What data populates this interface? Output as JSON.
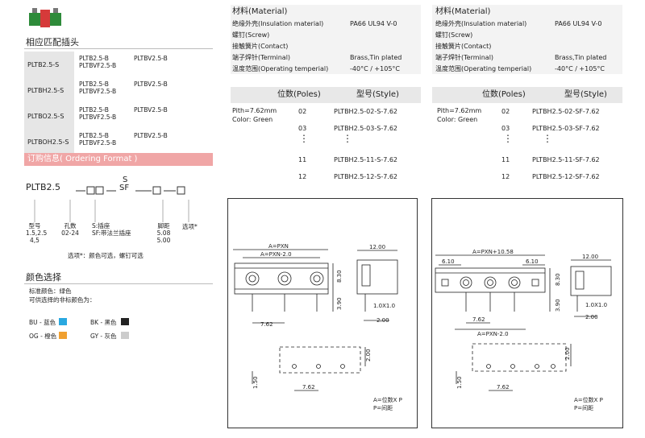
{
  "left": {
    "matching_title": "相应匹配插头",
    "matching_rows": [
      {
        "code": "PLTB2.5-S",
        "c1": [
          "PLTB2.5-B",
          "PLTBVF2.5-B"
        ],
        "c2": "PLTBV2.5-B"
      },
      {
        "code": "PLTBH2.5-S",
        "c1": [
          "PLTB2.5-B",
          "PLTBVF2.5-B"
        ],
        "c2": "PLTBV2.5-B"
      },
      {
        "code": "PLTBO2.5-S",
        "c1": [
          "PLTB2.5-B",
          "PLTBVF2.5-B"
        ],
        "c2": "PLTBV2.5-B"
      },
      {
        "code": "PLTBOH2.5-S",
        "c1": [
          "PLTB2.5-B",
          "PLTBVF2.5-B"
        ],
        "c2": "PLTBV2.5-B"
      }
    ],
    "ordering_title": "订购信息( Ordering  Format )",
    "ordering": {
      "prefix": "PLTB2.5",
      "dash": "—",
      "s_top": "S",
      "sf": "SF",
      "fields": [
        {
          "label": "型号",
          "values": [
            "1.5,2.5",
            "4,5"
          ]
        },
        {
          "label": "孔数",
          "values": [
            "02-24"
          ]
        },
        {
          "label": "S:插座",
          "values": [
            "SF:带法兰插座"
          ]
        },
        {
          "label": "脚距",
          "values": [
            "5.08",
            "5.00"
          ]
        },
        {
          "label": "选项*",
          "values": []
        }
      ],
      "note": "选项*：颜色可选，螺钉可选"
    },
    "color_title": "颜色选择",
    "color_std": "标准颜色：绿色",
    "color_opt": "可供选择的非标颜色为：",
    "colors": [
      {
        "label": "BU - 蓝色",
        "hex": "#29a8e0"
      },
      {
        "label": "BK - 黑色",
        "hex": "#222222"
      },
      {
        "label": "OG - 橙色",
        "hex": "#f0a030"
      },
      {
        "label": "GY - 灰色",
        "hex": "#cccccc"
      }
    ]
  },
  "mid": {
    "material": {
      "title": "材料(Material)",
      "rows": [
        {
          "label": "绝缘外壳(Insulation material)",
          "value": "PA66 UL94 V-0"
        },
        {
          "label": "螺钉(Screw)",
          "value": ""
        },
        {
          "label": "接触簧片(Contact)",
          "value": ""
        },
        {
          "label": "端子焊针(Terminal)",
          "value": "Brass,Tin plated"
        },
        {
          "label": "温度范围(Operating temperial)",
          "value": "-40°C / +105°C"
        }
      ]
    },
    "table": {
      "h1": "位数(Poles)",
      "h2": "型号(Style)",
      "pitch": "Pith=7.62mm",
      "color": "Color: Green",
      "rows": [
        {
          "poles": "02",
          "style": "PLTBH2.5-02-S-7.62"
        },
        {
          "poles": "03",
          "style": "PLTBH2.5-03-S-7.62"
        },
        {
          "poles": "11",
          "style": "PLTBH2.5-11-S-7.62"
        },
        {
          "poles": "12",
          "style": "PLTBH2.5-12-S-7.62"
        }
      ]
    },
    "drawing": {
      "a_pxn": "A=PXN",
      "a_pxn2": "A=PXN-2.0",
      "d1200": "12.00",
      "d830": "8.30",
      "d390": "3.90",
      "d10x10": "1.0X1.0",
      "d200": "2.00",
      "d762": "7.62",
      "d150": "1.50",
      "legend1": "A=位数X P",
      "legend2": "P=间距"
    }
  },
  "right": {
    "material": {
      "title": "材料(Material)",
      "rows": [
        {
          "label": "绝缘外壳(Insulation material)",
          "value": "PA66 UL94 V-0"
        },
        {
          "label": "螺钉(Screw)",
          "value": ""
        },
        {
          "label": "接触簧片(Contact)",
          "value": ""
        },
        {
          "label": "端子焊针(Terminal)",
          "value": "Brass,Tin plated"
        },
        {
          "label": "温度范围(Operating temperial)",
          "value": "-40°C / +105°C"
        }
      ]
    },
    "table": {
      "h1": "位数(Poles)",
      "h2": "型号(Style)",
      "pitch": "Pith=7.62mm",
      "color": "Color: Green",
      "rows": [
        {
          "poles": "02",
          "style": "PLTBH2.5-02-SF-7.62"
        },
        {
          "poles": "03",
          "style": "PLTBH2.5-03-SF-7.62"
        },
        {
          "poles": "11",
          "style": "PLTBH2.5-11-SF-7.62"
        },
        {
          "poles": "12",
          "style": "PLTBH2.5-12-SF-7.62"
        }
      ]
    },
    "drawing": {
      "a_pxn": "A=PXN+10.58",
      "a_pxn2": "A=PXN-2.0",
      "d610": "6.10",
      "d1200": "12.00",
      "d830": "8.30",
      "d390": "3.90",
      "d10x10": "1.0X1.0",
      "d200": "2.00",
      "d762": "7.62",
      "d150": "1.50",
      "legend1": "A=位数X P",
      "legend2": "P=间距"
    }
  }
}
